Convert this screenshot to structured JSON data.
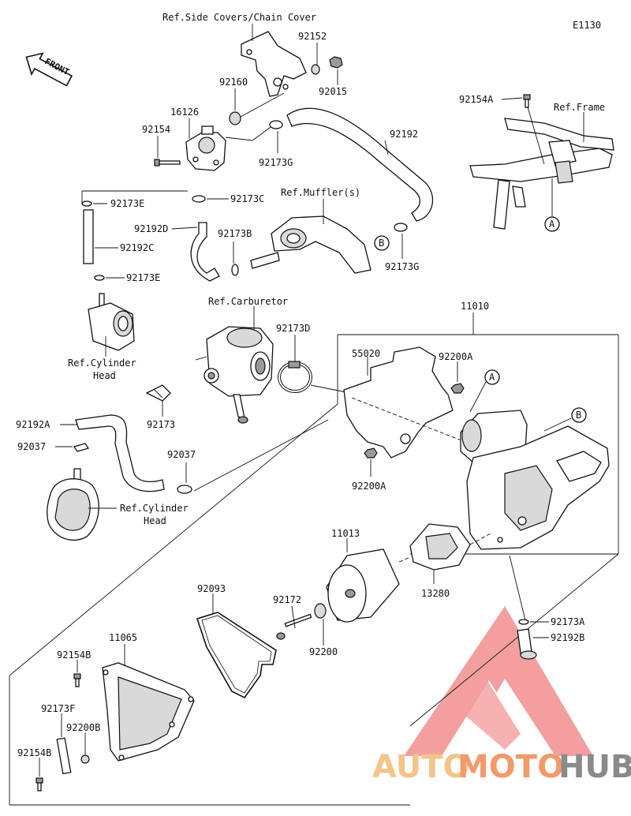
{
  "diagram_code": "E1130",
  "front_label": "FRONT",
  "refs": {
    "side_covers": "Ref.Side Covers/Chain Cover",
    "frame": "Ref.Frame",
    "mufflers": "Ref.Muffler(s)",
    "carburetor": "Ref.Carburetor",
    "cyl_head_1_line1": "Ref.Cylinder",
    "cyl_head_1_line2": "Head",
    "cyl_head_2_line1": "Ref.Cylinder",
    "cyl_head_2_line2": "Head"
  },
  "callouts": {
    "A": "A",
    "B": "B"
  },
  "parts": {
    "p92152": "92152",
    "p92015": "92015",
    "p92160": "92160",
    "p16126": "16126",
    "p92154": "92154",
    "p92173G_1": "92173G",
    "p92192": "92192",
    "p92154A": "92154A",
    "p92173E_1": "92173E",
    "p92173C": "92173C",
    "p92192D": "92192D",
    "p92173B": "92173B",
    "p92192C": "92192C",
    "p92173E_2": "92173E",
    "p92173G_2": "92173G",
    "p11010": "11010",
    "p92173D": "92173D",
    "p55020": "55020",
    "p92200A_1": "92200A",
    "p92173": "92173",
    "p92192A": "92192A",
    "p92037_1": "92037",
    "p92037_2": "92037",
    "p92200A_2": "92200A",
    "p11013": "11013",
    "p13280": "13280",
    "p92093": "92093",
    "p92172": "92172",
    "p11065": "11065",
    "p92200": "92200",
    "p92173A": "92173A",
    "p92192B": "92192B",
    "p92154B_1": "92154B",
    "p92173F": "92173F",
    "p92200B": "92200B",
    "p92154B_2": "92154B"
  },
  "watermark": {
    "part1": "AUTO",
    "part2": "MOTO",
    "part3": "HUB",
    "color_auto": "#f5c48a",
    "color_moto": "#f29a6a",
    "color_hub": "#8a8a8a",
    "color_logo": "#f08080"
  }
}
